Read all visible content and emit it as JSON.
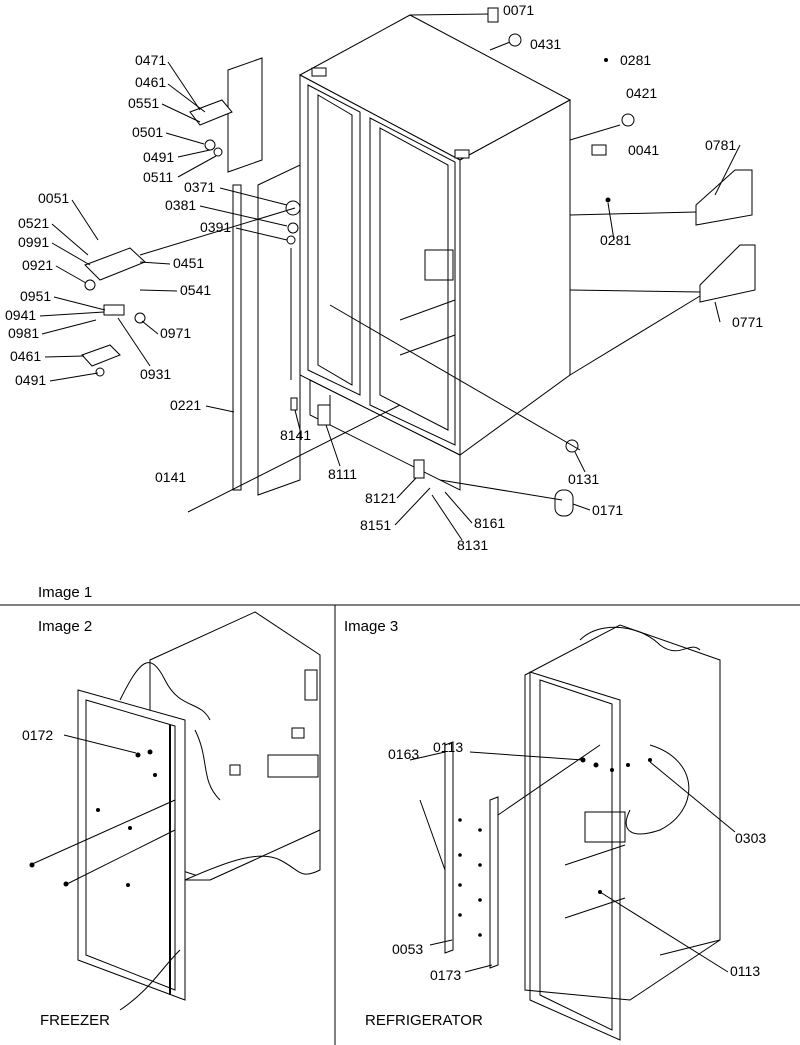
{
  "captions": {
    "image1": "Image 1",
    "image2": "Image 2",
    "image3": "Image 3",
    "freezer": "FREEZER",
    "refrigerator": "REFRIGERATOR"
  },
  "image1_callouts": [
    "0071",
    "0431",
    "0281",
    "0421",
    "0041",
    "0781",
    "0281",
    "0771",
    "0471",
    "0461",
    "0551",
    "0501",
    "0491",
    "0511",
    "0371",
    "0381",
    "0391",
    "0051",
    "0521",
    "0991",
    "0921",
    "0451",
    "0541",
    "0951",
    "0941",
    "0981",
    "0971",
    "0931",
    "0461",
    "0491",
    "0221",
    "8141",
    "8111",
    "0141",
    "8121",
    "8151",
    "8161",
    "8131",
    "0131",
    "0171"
  ],
  "image2_callouts": [
    "0172"
  ],
  "image3_callouts": [
    "0163",
    "0113",
    "0303",
    "0053",
    "0173",
    "0113"
  ]
}
